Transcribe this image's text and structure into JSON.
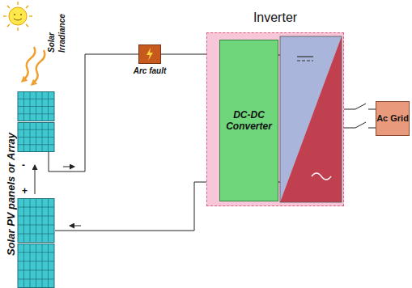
{
  "diagram": {
    "nodes": [
      {
        "text": [
          "Solar PV panels or Array"
        ]
      },
      {
        "text": [
          "Arc fault"
        ]
      },
      {
        "text": [
          "Inverter"
        ]
      },
      {
        "text": [
          "DC-DC Converter"
        ],
        "in": 2
      },
      {
        "text": [
          "Ac Grid"
        ]
      }
    ],
    "edges": [
      {
        "from": 0,
        "to": 1,
        "arrow": "none"
      },
      {
        "from": 1,
        "to": 3,
        "arrow": "none"
      },
      {
        "from": 3,
        "to": 0,
        "arrow": "none"
      },
      {
        "from": 2,
        "to": 4,
        "arrow": "none"
      },
      {
        "from": 2,
        "to": 4,
        "arrow": "none"
      }
    ],
    "labels": [
      "Solar Irradiance",
      "-",
      "+"
    ]
  }
}
